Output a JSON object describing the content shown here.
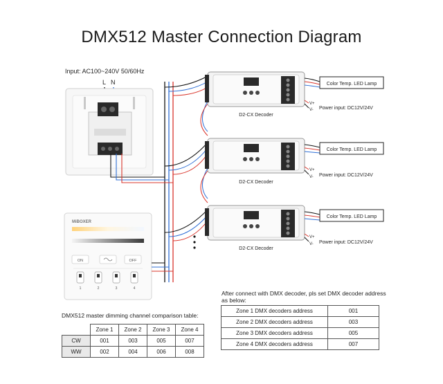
{
  "title": "DMX512 Master Connection Diagram",
  "input_label": "Input: AC100~240V 50/60Hz",
  "terminal_L": "L",
  "terminal_N": "N",
  "remote": {
    "brand": "MiBOXER",
    "on_label": "ON",
    "off_label": "OFF",
    "zones": [
      "1",
      "2",
      "3",
      "4"
    ]
  },
  "decoders": [
    {
      "name": "D2-CX Decoder",
      "lamp": "Color Temp. LED Lamp",
      "power": "Power input: DC12V/24V"
    },
    {
      "name": "D2-CX Decoder",
      "lamp": "Color Temp. LED Lamp",
      "power": "Power input: DC12V/24V"
    },
    {
      "name": "D2-CX Decoder",
      "lamp": "Color Temp. LED Lamp",
      "power": "Power input: DC12V/24V"
    }
  ],
  "v_plus": "V+",
  "v_minus": "V-",
  "comparison": {
    "caption": "DMX512 master dimming channel comparison table:",
    "headers": [
      "Zone 1",
      "Zone 2",
      "Zone 3",
      "Zone 4"
    ],
    "rows": [
      {
        "label": "CW",
        "values": [
          "001",
          "003",
          "005",
          "007"
        ]
      },
      {
        "label": "WW",
        "values": [
          "002",
          "004",
          "006",
          "008"
        ]
      }
    ]
  },
  "address": {
    "note_line1": "After connect with DMX decoder, pls set DMX decoder address",
    "note_line2": "as below:",
    "rows": [
      {
        "name": "Zone 1 DMX decoders address",
        "value": "001"
      },
      {
        "name": "Zone 2 DMX decoders address",
        "value": "003"
      },
      {
        "name": "Zone 3 DMX decoders address",
        "value": "005"
      },
      {
        "name": "Zone 4 DMX decoders address",
        "value": "007"
      }
    ]
  },
  "colors": {
    "red": "#d9342b",
    "blue": "#2f6fd6",
    "black": "#111111",
    "dark": "#333333"
  }
}
